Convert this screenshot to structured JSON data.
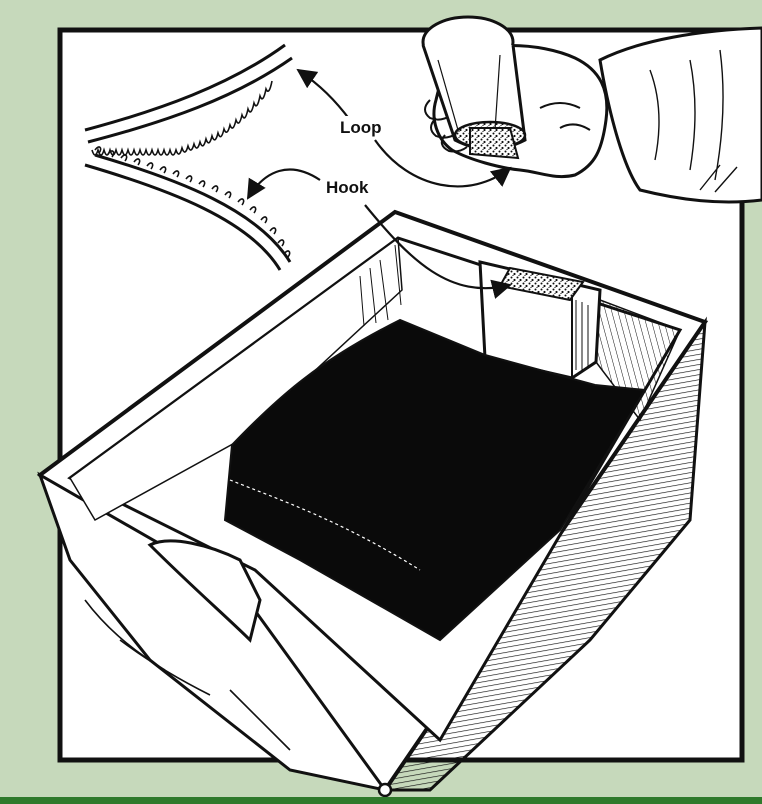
{
  "colors": {
    "background": "#c6d9bb",
    "panel": "#ffffff",
    "ink": "#111111",
    "bottom_rule": "#2f7a2c"
  },
  "callouts": {
    "loop": "Loop",
    "hook": "Hook"
  },
  "parts": {
    "loop_strip": "loop-fastener-strip",
    "hook_strip": "hook-fastener-strip",
    "cup": "glass-cup",
    "hand": "hand",
    "tub": "plastic-tub",
    "block": "dark-block",
    "pad": "fastener-pad"
  }
}
